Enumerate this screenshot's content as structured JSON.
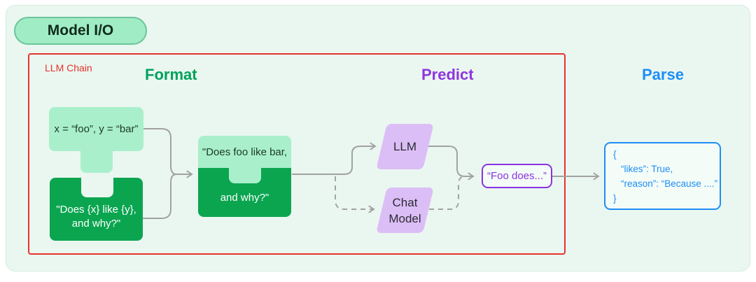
{
  "badge": {
    "label": "Model I/O"
  },
  "chain": {
    "label": "LLM Chain"
  },
  "headings": {
    "format": "Format",
    "predict": "Predict",
    "parse": "Parse"
  },
  "nodes": {
    "variables": {
      "text": "x = “foo”, y = “bar”"
    },
    "template": {
      "line1": "\"Does {x} like {y},",
      "line2": "and why?\""
    },
    "formatted_prompt": {
      "line1": "\"Does foo like bar,",
      "line2": "and why?\""
    },
    "llm": {
      "label": "LLM"
    },
    "chat_model": {
      "label": "Chat Model"
    },
    "completion": {
      "label": "“Foo does...”"
    },
    "parsed_output": {
      "line1": "{",
      "line2": "“likes”: True,",
      "line3": "“reason”: “Because ....”",
      "line4": "}"
    }
  },
  "colors": {
    "panel_bg": "#eaf7f0",
    "badge_green": "#a0ecc4",
    "light_green": "#a9efcb",
    "dark_green": "#0ba550",
    "chain_red": "#e7322c",
    "format_green": "#00a25b",
    "predict_purple": "#8f35e0",
    "parse_blue": "#1d8ef5",
    "node_purple": "#dcbef6",
    "connector_gray": "#a2a2a2"
  }
}
